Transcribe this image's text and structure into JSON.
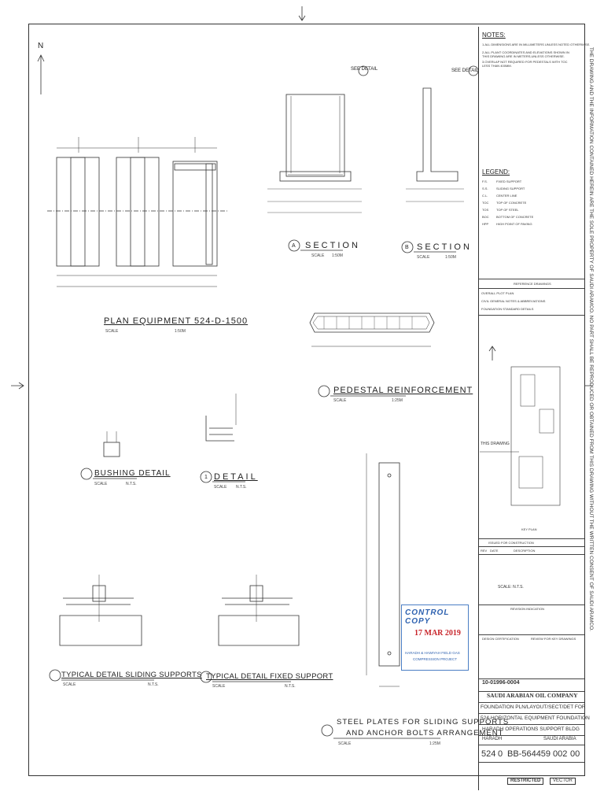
{
  "notes": {
    "heading": "NOTES:",
    "items": [
      "1.ALL DIMENSIONS ARE IN MILLIMETERS UNLESS NOTED OTHERWISE.",
      "2.ALL PLANT COORDINATES AND ELEVATIONS SHOWN IN THIS DRAWING ARE IN METERS,UNLESS OTHERWISE.",
      "3.OVERLAP NOT REQUIRED FOR PEDESTALS WITH TOC LESS THAN 400MM."
    ]
  },
  "legend": {
    "heading": "LEGEND:",
    "items": [
      {
        "code": "F.S.",
        "desc": "FIXED SUPPORT"
      },
      {
        "code": "S.S.",
        "desc": "SLIDING SUPPORT"
      },
      {
        "code": "C.L.",
        "desc": "CENTER LINE"
      },
      {
        "code": "TOC",
        "desc": "TOP OF CONCRETE"
      },
      {
        "code": "TOS",
        "desc": "TOP OF STEEL"
      },
      {
        "code": "BOC",
        "desc": "BOTTOM OF CONCRETE"
      },
      {
        "code": "HPP",
        "desc": "HIGH POINT OF PAVING"
      }
    ]
  },
  "reference": {
    "heading": "REFERENCE DRAWINGS",
    "rows": [
      "OVERALL PLOT PLAN",
      "CIVIL GENERAL NOTES & ABBREVIATIONS",
      "FOUNDATION STANDARD DETAILS"
    ]
  },
  "keyplan": {
    "label": "THIS DRAWING",
    "scale": "KEY PLAN"
  },
  "views": {
    "plan": {
      "title": "PLAN EQUIPMENT 524-D-1500",
      "scale": "SCALE",
      "ratio": "1:50M"
    },
    "section_a": {
      "letter": "A",
      "title": "SECTION",
      "scale": "SCALE",
      "ratio": "1:50M"
    },
    "section_b": {
      "letter": "B",
      "title": "SECTION",
      "scale": "SCALE",
      "ratio": "1:50M"
    },
    "pedestal": {
      "title": "PEDESTAL REINFORCEMENT",
      "scale": "SCALE",
      "ratio": "1:25M"
    },
    "bushing": {
      "title": "BUSHING DETAIL",
      "scale": "SCALE",
      "ratio": "N.T.S."
    },
    "detail1": {
      "letter": "1",
      "title": "DETAIL",
      "scale": "SCALE",
      "ratio": "N.T.S."
    },
    "sliding": {
      "title": "TYPICAL DETAIL SLIDING SUPPORTS",
      "scale": "SCALE",
      "ratio": "N.T.S."
    },
    "fixed": {
      "title": "TYPICAL DETAIL FIXED SUPPORT",
      "scale": "SCALE",
      "ratio": "N.T.S."
    },
    "plates": {
      "title1": "STEEL PLATES FOR SLIDING SUPPORTS",
      "title2": "AND ANCHOR BOLTS ARRANGEMENT",
      "scale": "SCALE",
      "ratio": "1:25M"
    }
  },
  "see_detail": "SEE DETAIL",
  "north": "N",
  "stamp": {
    "line1": "CONTROL COPY",
    "date": "17 MAR 2019",
    "line3": "HARADH & HAWIYAH FIELD GAS",
    "line4": "COMPRESSION PROJECT"
  },
  "titleblock": {
    "issue_row": "ISSUED FOR CONSTRUCTION",
    "rev_label": "REV",
    "date_label": "DATE",
    "desc_label": "DESCRIPTION",
    "scale_label": "SCALE: N.T.S.",
    "revision_header": "REVISION INDICATION",
    "design_cert": "DESIGN CERTIFICATION",
    "review_label": "REVIEW FOR KEY DRAWINGS",
    "drawing_no_small": "10-01996-0004",
    "company": "SAUDI ARABIAN OIL COMPANY",
    "line1": "FOUNDATION PLN/LAYOUT/SECT/DET FOR",
    "line2": "524-HORIZONTAL EQUIPMENT FOUNDATION",
    "line3": "HARADH OPERATIONS SUPPORT BLDG",
    "location": "HARADH",
    "country": "SAUDI ARABIA",
    "plant_no": "524",
    "index": "0",
    "drawing_no": "BB-564459",
    "sheet": "002",
    "rev": "00",
    "restricted": "RESTRICTED",
    "vector": "VECTOR"
  },
  "side_text": "THE DRAWING AND THE INFORMATION CONTAINED HEREIN ARE THE SOLE PROPERTY OF SAUDI ARAMCO. NO PART SHALL BE REPRODUCED OR OBTAINED FROM THIS DRAWING WITHOUT THE WRITTEN CONSENT OF SAUDI ARAMCO."
}
